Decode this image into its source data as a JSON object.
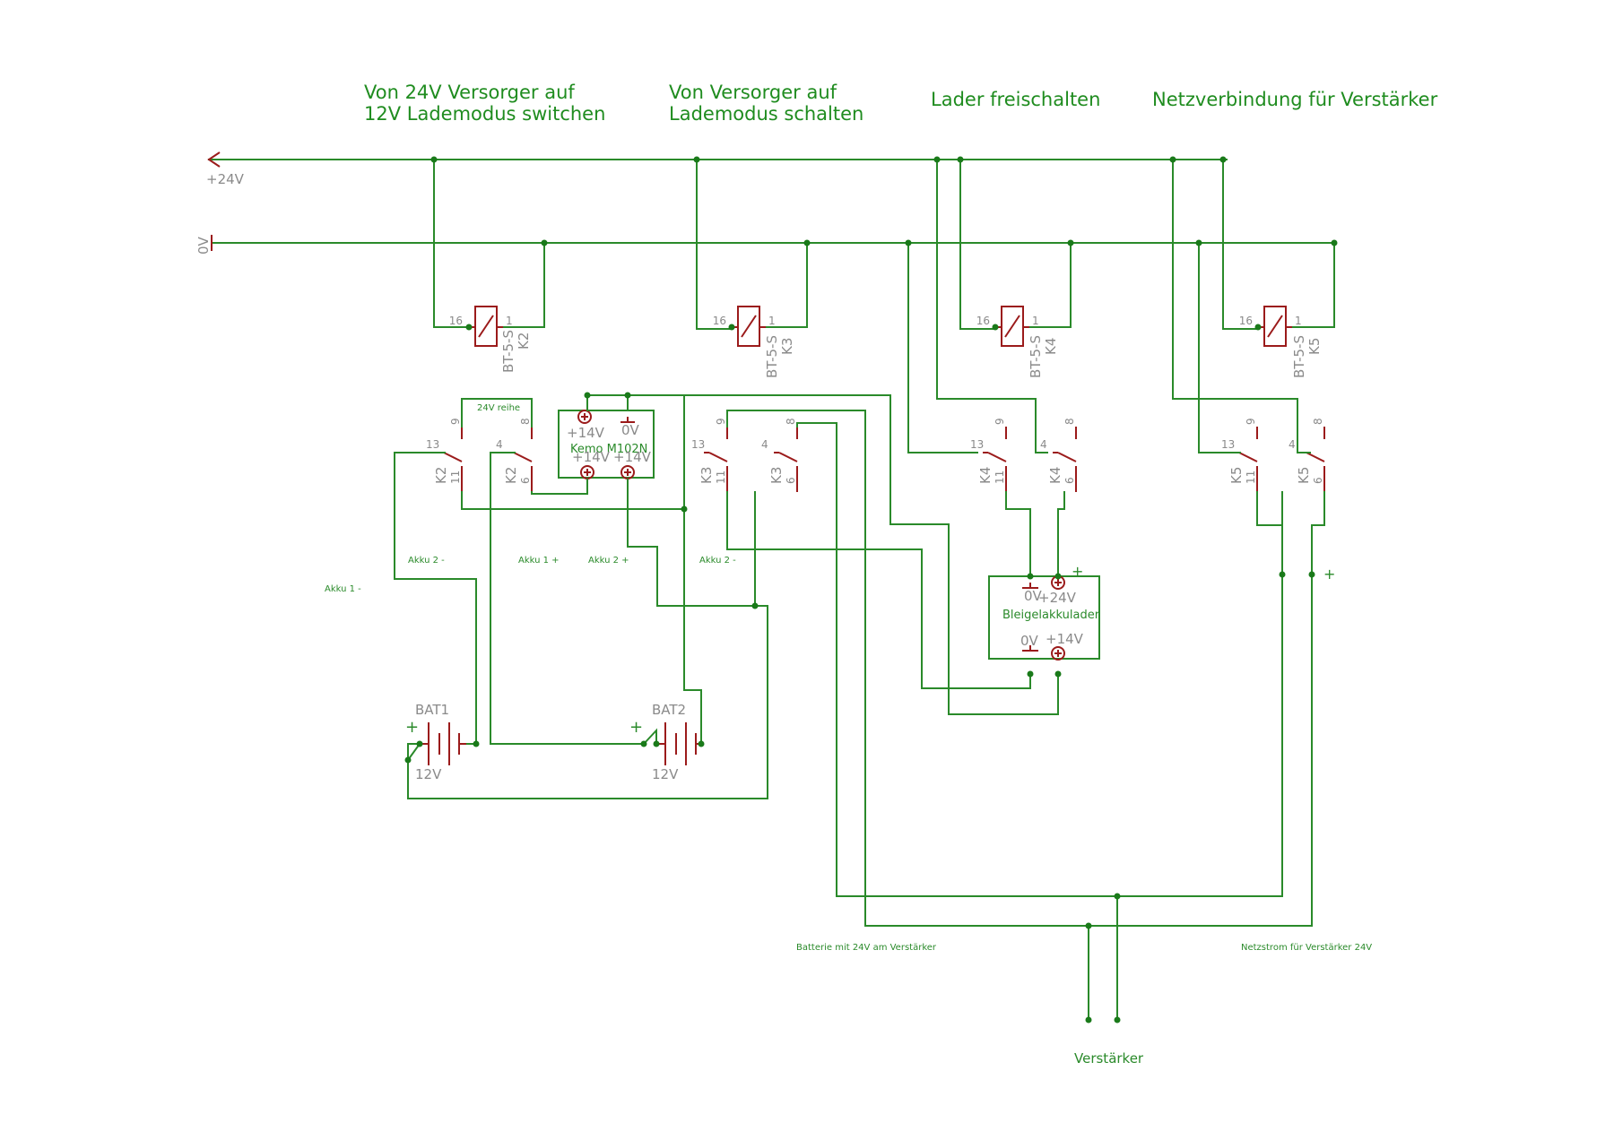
{
  "headings": {
    "k2_mode": [
      "Von 24V Versorger auf",
      "12V Lademodus switchen"
    ],
    "k3_mode": [
      "Von Versorger auf",
      "Lademodus schalten"
    ],
    "k4_mode": "Lader freischalten",
    "k5_mode": "Netzverbindung für Verstärker"
  },
  "supply": {
    "plus": "+24V",
    "zero": "0V"
  },
  "relays": [
    {
      "name": "K2",
      "type": "BT-5-S",
      "pin_a": "16",
      "pin_b": "1"
    },
    {
      "name": "K3",
      "type": "BT-5-S",
      "pin_a": "16",
      "pin_b": "1"
    },
    {
      "name": "K4",
      "type": "BT-5-S",
      "pin_a": "16",
      "pin_b": "1"
    },
    {
      "name": "K5",
      "type": "BT-5-S",
      "pin_a": "16",
      "pin_b": "1"
    }
  ],
  "contacts": [
    {
      "relay": "K2",
      "com": "13",
      "nc": "9",
      "no": "11"
    },
    {
      "relay": "K2",
      "com": "4",
      "nc": "8",
      "no": "6"
    },
    {
      "relay": "K3",
      "com": "13",
      "nc": "9",
      "no": "11"
    },
    {
      "relay": "K3",
      "com": "4",
      "nc": "8",
      "no": "6"
    },
    {
      "relay": "K4",
      "com": "13",
      "nc": "9",
      "no": "11"
    },
    {
      "relay": "K4",
      "com": "4",
      "nc": "8",
      "no": "6"
    },
    {
      "relay": "K5",
      "com": "13",
      "nc": "9",
      "no": "11"
    },
    {
      "relay": "K5",
      "com": "4",
      "nc": "8",
      "no": "6"
    }
  ],
  "kemo": {
    "name": "Kemo M102N",
    "in_plus": "+14V",
    "in_zero": "0V",
    "out_a": "+14V",
    "out_b": "+14V"
  },
  "charger": {
    "name": "Bleigelakkulader",
    "in_zero": "0V",
    "in_plus": "+24V",
    "out_zero": "0V",
    "out_plus": "+14V",
    "plus": "+"
  },
  "batteries": [
    {
      "name": "BAT1",
      "voltage": "12V",
      "plus": "+"
    },
    {
      "name": "BAT2",
      "voltage": "12V",
      "plus": "+"
    }
  ],
  "net_labels": {
    "series": "24V reihe",
    "akku1_minus": "Akku 1 -",
    "akku2_minus_a": "Akku 2 -",
    "akku1_plus": "Akku 1 +",
    "akku2_plus": "Akku 2 +",
    "akku2_minus_b": "Akku 2 -",
    "amp_plus": "+"
  },
  "bottom": {
    "battery_note": "Batterie mit 24V am Verstärker",
    "mains_note": "Netzstrom für Verstärker 24V",
    "amplifier": "Verstärker"
  }
}
